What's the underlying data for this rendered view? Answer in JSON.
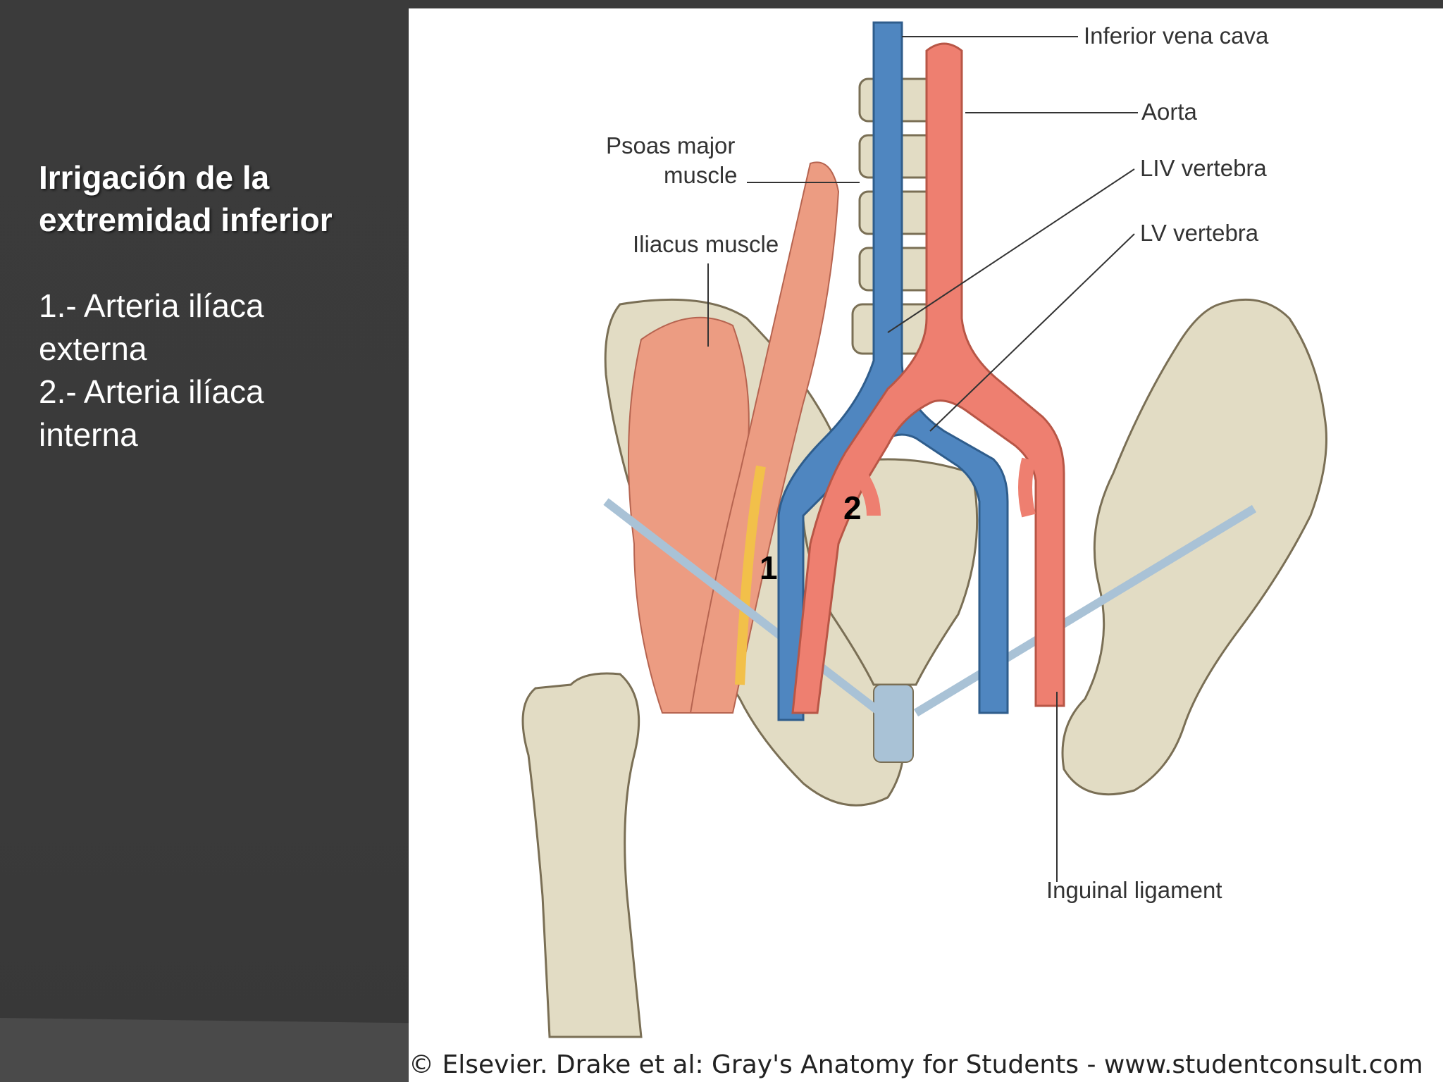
{
  "slide": {
    "title_lines": [
      "Irrigación de la",
      "extremidad inferior"
    ],
    "bullets": [
      "1.- Arteria ilíaca",
      "externa",
      "2.- Arteria ilíaca",
      "interna"
    ]
  },
  "figure": {
    "labels": {
      "ivc": "Inferior vena cava",
      "aorta": "Aorta",
      "psoas_line1": "Psoas major",
      "psoas_line2": "muscle",
      "liv": "LIV vertebra",
      "lv": "LV vertebra",
      "iliacus": "Iliacus muscle",
      "inguinal": "Inguinal ligament"
    },
    "markers": {
      "m1": "1",
      "m2": "2"
    },
    "credit": "© Elsevier. Drake et al: Gray's Anatomy for Students - www.studentconsult.com",
    "colors": {
      "artery": "#ee7f70",
      "vein": "#4f86c0",
      "bone": "#e2dcc4",
      "muscle": "#ec9c82",
      "nerve": "#f2c04a",
      "ligament": "#a9c2d6"
    }
  }
}
